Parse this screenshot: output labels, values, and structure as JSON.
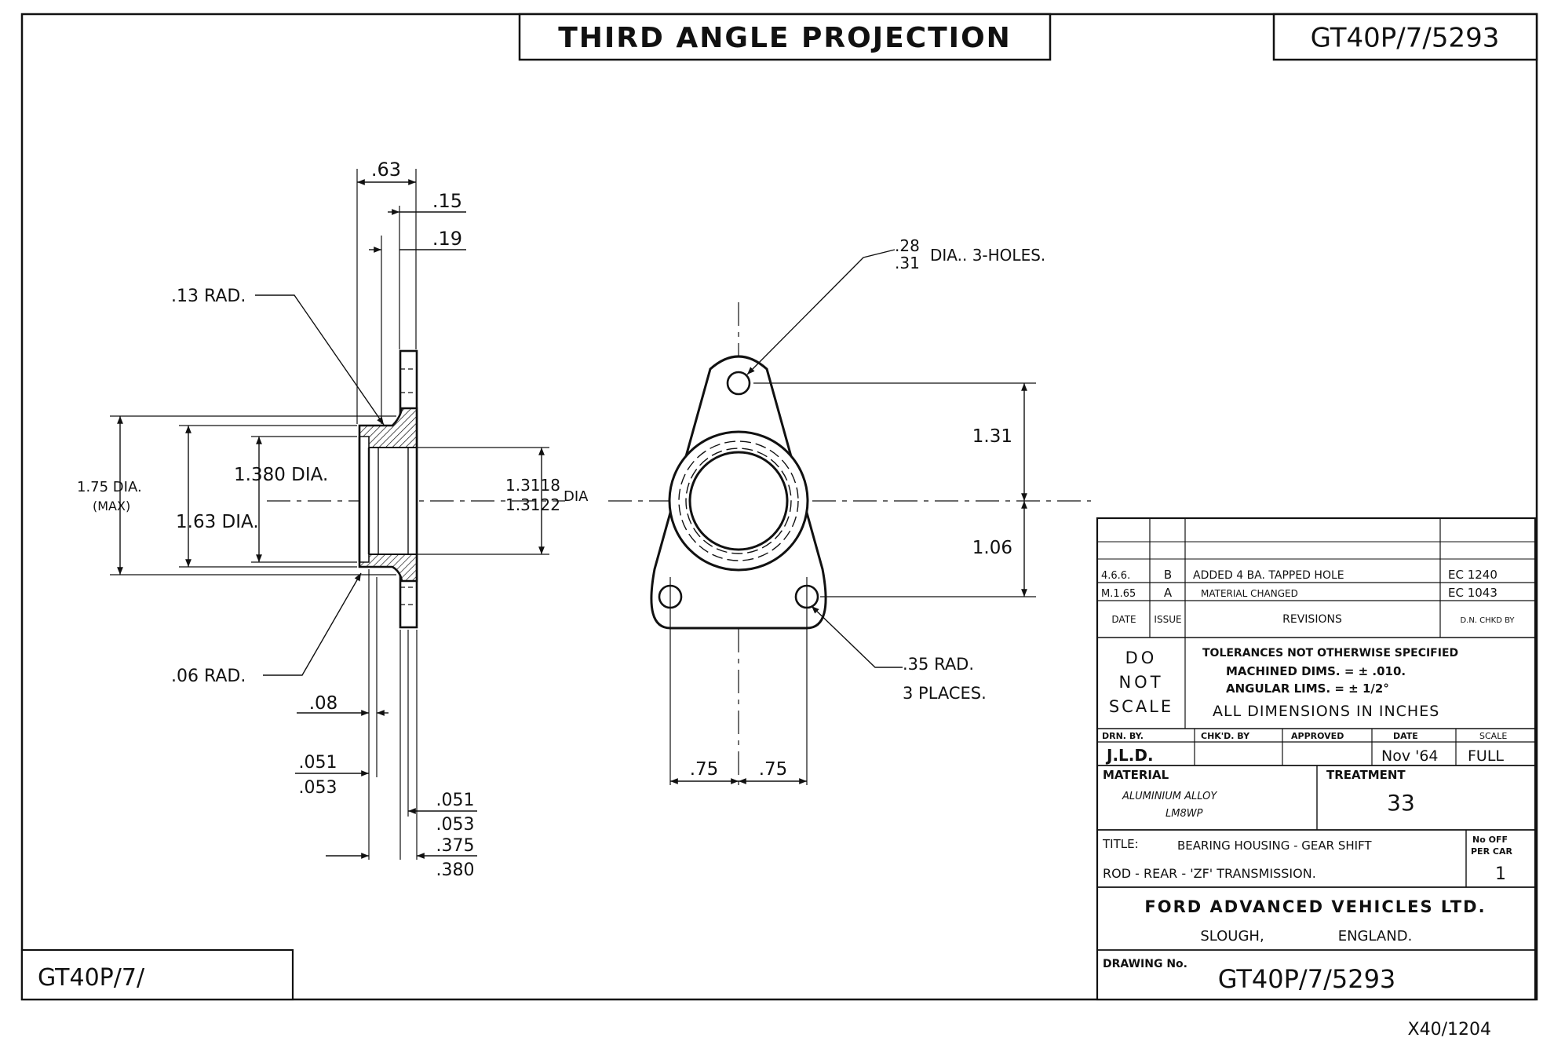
{
  "header": {
    "projection": "THIRD ANGLE PROJECTION",
    "drawing_number_top": "GT40P/7/5293"
  },
  "side_view": {
    "dims_top": [
      ".63",
      ".15",
      ".19"
    ],
    "radius_top": ".13 RAD.",
    "radius_bottom": ".06 RAD.",
    "dia_outer_line1": "1.75 DIA.",
    "dia_outer_line2": "(MAX)",
    "dia_mid": "1.63 DIA.",
    "dia_inner": "1.380 DIA.",
    "bore_tol_top": "1.3118",
    "bore_tol_bottom": "1.3122",
    "bore_suffix": "DIA",
    "dim_08": ".08",
    "dim_051_left_top": ".051",
    "dim_051_left_bottom": ".053",
    "dim_051_right_top": ".051",
    "dim_051_right_bottom": ".053",
    "dim_375_top": ".375",
    "dim_375_bottom": ".380"
  },
  "front_view": {
    "holes_top": ".28",
    "holes_bottom": ".31",
    "holes_suffix": "DIA.. 3-HOLES.",
    "dim_131": "1.31",
    "dim_106": "1.06",
    "rad_line1": ".35 RAD.",
    "rad_line2": "3 PLACES.",
    "dim_75_left": ".75",
    "dim_75_right": ".75"
  },
  "title_block": {
    "revisions": [
      {
        "date": "4.6.6.",
        "issue": "B",
        "text": "ADDED 4 BA. TAPPED HOLE",
        "ref": "EC 1240"
      },
      {
        "date": "M.1.65",
        "issue": "A",
        "text": "MATERIAL CHANGED",
        "ref": "EC 1043"
      }
    ],
    "rev_header_date": "DATE",
    "rev_header_issue": "ISSUE",
    "rev_header_revisions": "REVISIONS",
    "rev_header_ref": "D.N. CHKD BY",
    "do_not_scale": [
      "DO",
      "NOT",
      "SCALE"
    ],
    "tolerances_title": "TOLERANCES NOT OTHERWISE SPECIFIED",
    "machined": "MACHINED DIMS. = ± .010.",
    "angular": "ANGULAR LIMS. = ± 1/2°",
    "all_dims": "ALL DIMENSIONS IN INCHES",
    "hdr_drn": "DRN. BY.",
    "hdr_chkd": "CHK'D. BY",
    "hdr_approved": "APPROVED",
    "hdr_date": "DATE",
    "hdr_scale": "SCALE",
    "drn_by": "J.L.D.",
    "date": "Nov '64",
    "scale": "FULL",
    "material_label": "MATERIAL",
    "material_line1": "ALUMINIUM ALLOY",
    "material_line2": "LM8WP",
    "treatment_label": "TREATMENT",
    "treatment_value": "33",
    "title_label": "TITLE:",
    "title_line1": "BEARING HOUSING - GEAR SHIFT",
    "title_line2": "ROD - REAR - 'ZF' TRANSMISSION.",
    "no_off_line1": "No OFF",
    "no_off_line2": "PER CAR",
    "no_off_value": "1",
    "company": "FORD ADVANCED VEHICLES LTD.",
    "location_town": "SLOUGH,",
    "location_country": "ENGLAND.",
    "drawing_label": "DRAWING No.",
    "drawing_number": "GT40P/7/5293"
  },
  "bottom_left_stamp": "GT40P/7/",
  "footer_ref": "X40/1204"
}
